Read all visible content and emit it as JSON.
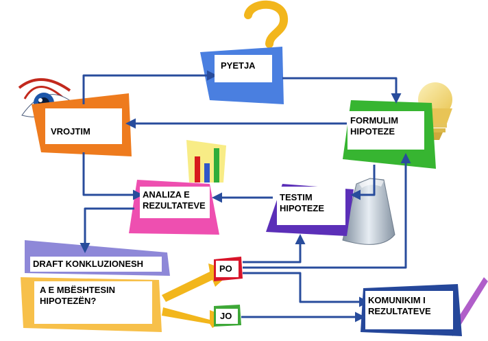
{
  "nodes": {
    "pyetja": {
      "label": "PYETJA",
      "color": "#4a7fe0"
    },
    "vrojtim": {
      "label": "VROJTIM",
      "color": "#ee7b1e"
    },
    "formulim": {
      "label": "FORMULIM\nHIPOTEZE",
      "color": "#37b531"
    },
    "analiza": {
      "label": "ANALIZA E\nREZULTATEVE",
      "color": "#ee4fb0"
    },
    "testim": {
      "label": "TESTIM\nHIPOTEZE",
      "color": "#5b2fb8"
    },
    "draft": {
      "label": "DRAFT KONKLUZIONESH",
      "color": "#8e88d8"
    },
    "question": {
      "label": "A E MBËSHTESIN\nHIPOTEZËN?",
      "color": "#f7c04a"
    },
    "po": {
      "label": "PO",
      "color": "#d8152a"
    },
    "jo": {
      "label": "JO",
      "color": "#3ea838"
    },
    "komunikim": {
      "label": "KOMUNIKIM I\nREZULTATEVE",
      "color": "#25479a"
    }
  },
  "colors": {
    "arrow": "#284c9c",
    "gold": "#f2b61c",
    "bulb": "#f3dc7c"
  },
  "icons": [
    "question-mark-icon",
    "eye-icon",
    "light-bulb-icon",
    "bar-chart-icon",
    "flask-icon",
    "pencil-icon"
  ]
}
